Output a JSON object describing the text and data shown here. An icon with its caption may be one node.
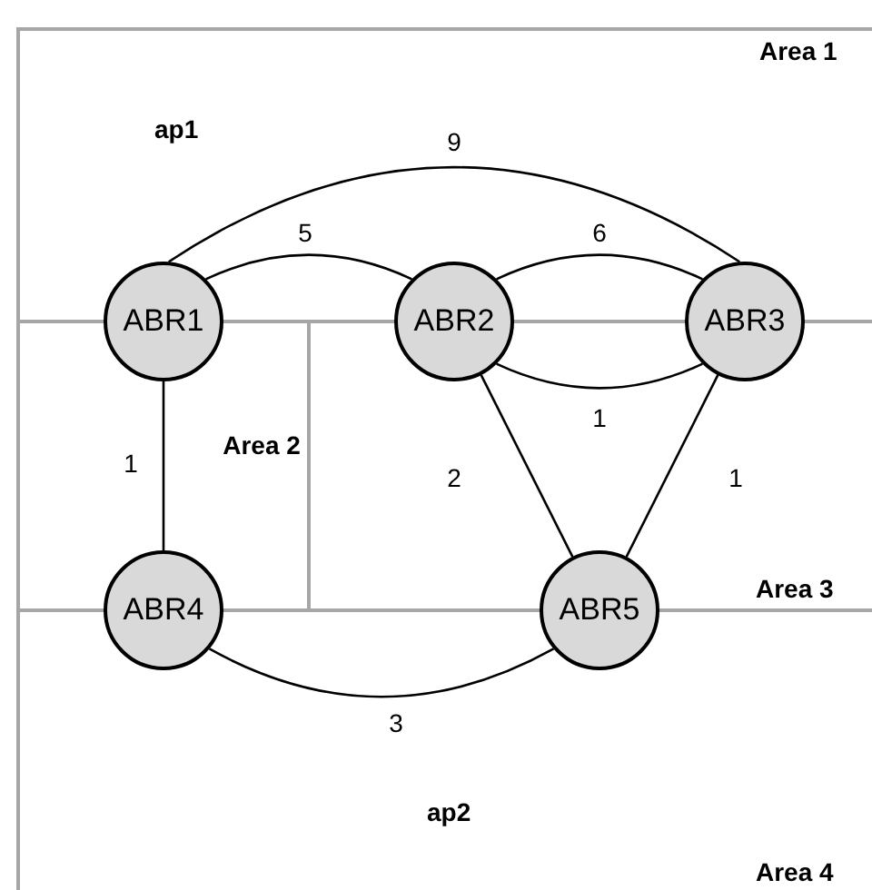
{
  "diagram": {
    "nodes": [
      {
        "text": [
          "ABR1"
        ]
      },
      {
        "text": [
          "ABR2"
        ]
      },
      {
        "text": [
          "ABR3"
        ]
      },
      {
        "text": [
          "ABR4"
        ]
      },
      {
        "text": [
          "ABR5"
        ]
      }
    ],
    "edges": [
      {
        "from": 0,
        "to": 2,
        "arrow": "none",
        "label": "9"
      },
      {
        "from": 0,
        "to": 1,
        "arrow": "none",
        "label": "5"
      },
      {
        "from": 1,
        "to": 2,
        "arrow": "none",
        "label": "6"
      },
      {
        "from": 1,
        "to": 2,
        "arrow": "none",
        "label": "1"
      },
      {
        "from": 0,
        "to": 3,
        "arrow": "none",
        "label": "1"
      },
      {
        "from": 1,
        "to": 4,
        "arrow": "none",
        "label": "2"
      },
      {
        "from": 2,
        "to": 4,
        "arrow": "none",
        "label": "1"
      },
      {
        "from": 3,
        "to": 4,
        "arrow": "none",
        "label": "3"
      }
    ],
    "labels": [
      "Area 1",
      "ap1",
      "Area 2",
      "Area 3",
      "ap2",
      "Area 4"
    ]
  }
}
